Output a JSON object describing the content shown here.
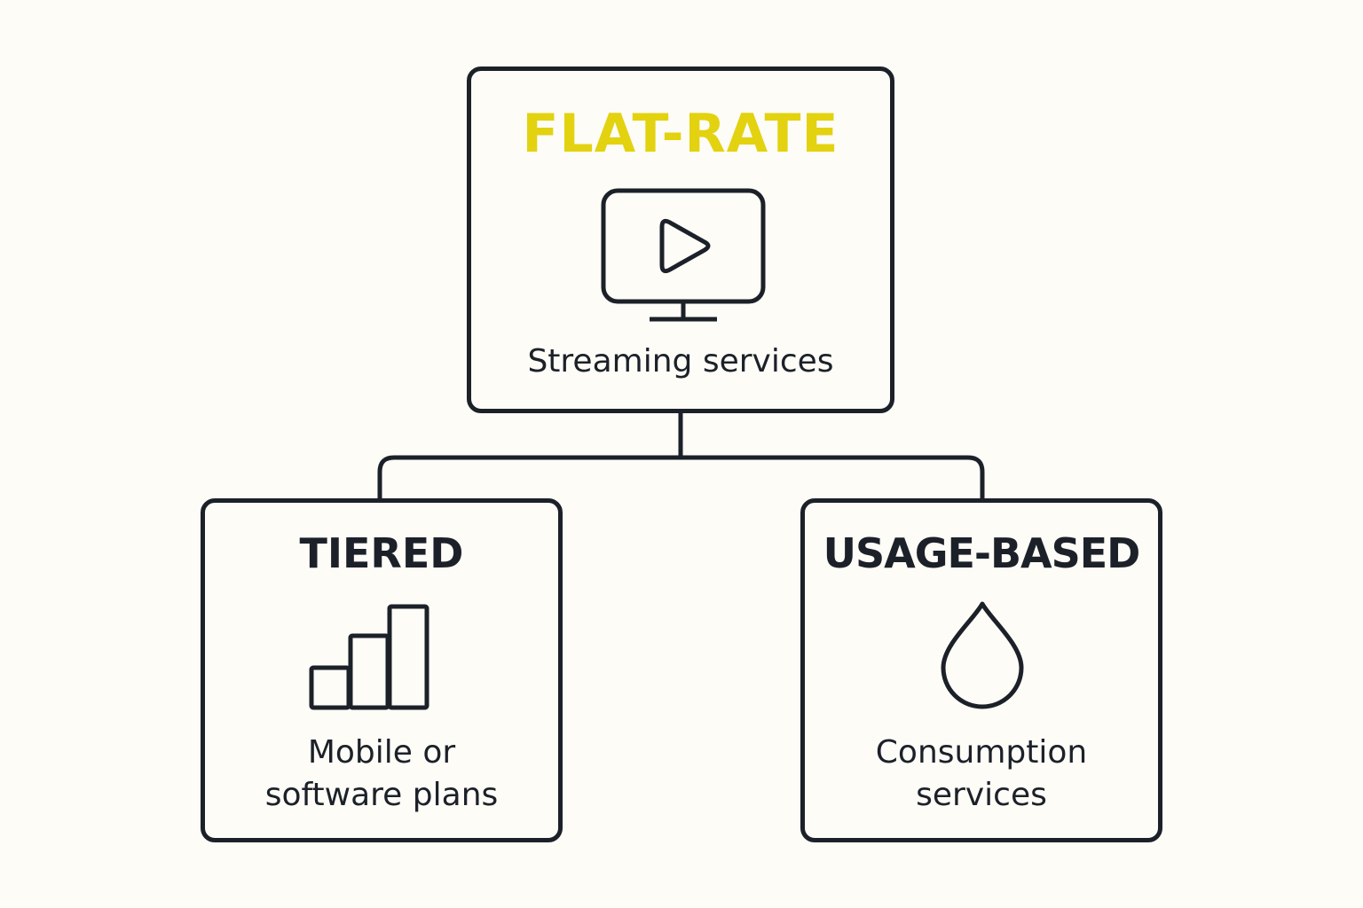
{
  "colors": {
    "background": "#fdfcf7",
    "stroke": "#1c2129",
    "accent": "#e3d210"
  },
  "nodes": {
    "flat_rate": {
      "title": "FLAT-RATE",
      "icon": "monitor-play-icon",
      "description": "Streaming services"
    },
    "tiered": {
      "title": "TIERED",
      "icon": "bar-chart-steps-icon",
      "description_line1": "Mobile or",
      "description_line2": "software plans"
    },
    "usage_based": {
      "title": "USAGE-BASED",
      "icon": "water-drop-icon",
      "description_line1": "Consumption",
      "description_line2": "services"
    }
  }
}
